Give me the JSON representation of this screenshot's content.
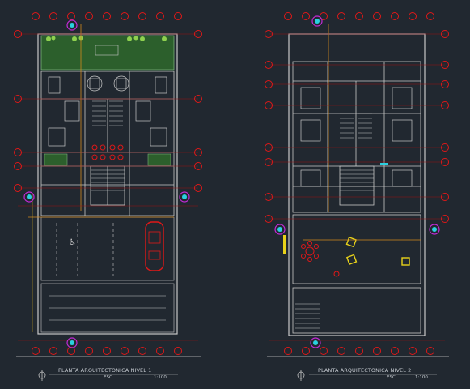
{
  "colors": {
    "background": "#212830",
    "walls": "#c8c8c8",
    "grid_bubble": "#e01818",
    "axis_line": "#b01010",
    "plant": "#2e6b2e",
    "accent_orange": "#d28a1c",
    "marker_blue": "#2ad0e0",
    "marker_magenta": "#c42ad6",
    "car": "#c41818",
    "furniture_yellow": "#e8d21a"
  },
  "plans": [
    {
      "id": "nivel-1",
      "title": "PLANTA ARQUITECTONICA NIVEL 1",
      "esc_label": "ESC.",
      "esc_value": "1:100"
    },
    {
      "id": "nivel-2",
      "title": "PLANTA ARQUITECTONICA NIVEL 2",
      "esc_label": "ESC.",
      "esc_value": "1:100"
    }
  ],
  "icons": {
    "north_arrow": "phi-north-arrow-icon",
    "level_marker": "level-marker-icon",
    "grid_bubble": "grid-axis-bubble-icon",
    "car": "car-icon",
    "accessible": "accessibility-icon"
  }
}
